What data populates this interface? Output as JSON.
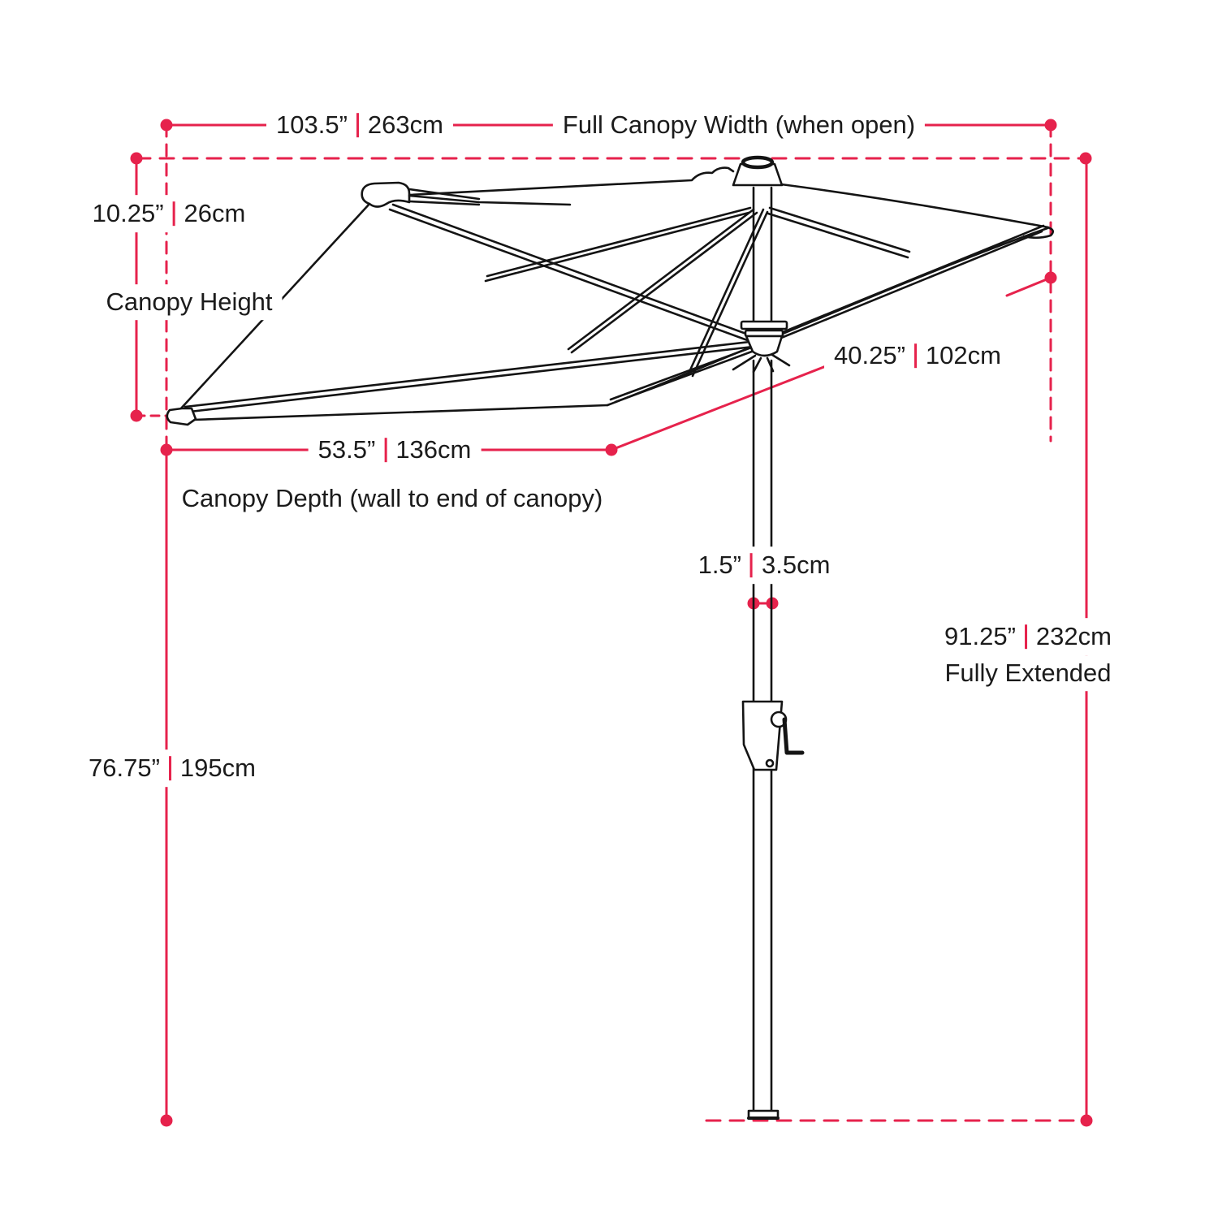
{
  "diagram": {
    "accent_color": "#e6224c",
    "line_color": "#141414",
    "measurements": {
      "full_canopy_width": {
        "inches": "103.5”",
        "cm": "263cm",
        "label": "Full Canopy Width (when open)"
      },
      "canopy_height": {
        "inches": "10.25”",
        "cm": "26cm",
        "label": "Canopy Height"
      },
      "canopy_depth": {
        "inches": "53.5”",
        "cm": "136cm",
        "label": "Canopy Depth (wall to end of canopy)"
      },
      "canopy_slant": {
        "inches": "40.25”",
        "cm": "102cm"
      },
      "pole_diameter": {
        "inches": "1.5”",
        "cm": "3.5cm"
      },
      "extended_height": {
        "inches": "91.25”",
        "cm": "232cm",
        "label": "Fully Extended"
      },
      "pole_height": {
        "inches": "76.75”",
        "cm": "195cm"
      }
    }
  }
}
